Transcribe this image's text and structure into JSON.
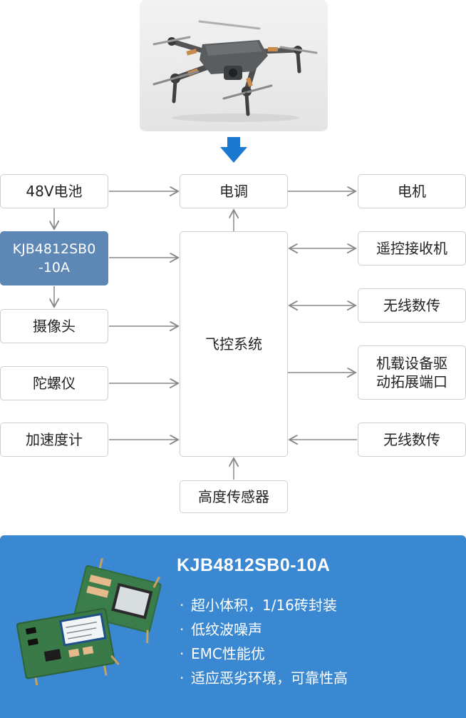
{
  "diagram": {
    "nodes": {
      "battery": "48V电池",
      "esc": "电调",
      "motor": "电机",
      "module": "KJB4812SB0-10A",
      "module_line1": "KJB4812SB0",
      "module_line2": "-10A",
      "camera": "摄像头",
      "gyro": "陀螺仪",
      "accel": "加速度计",
      "fc": "飞控系统",
      "rc_receiver": "遥控接收机",
      "radio1": "无线数传",
      "ext_line1": "机载设备驱",
      "ext_line2": "动拓展端口",
      "radio2": "无线数传",
      "altimeter": "高度传感器"
    },
    "edges": [
      {
        "from": "battery",
        "to": "esc",
        "dir": "forward"
      },
      {
        "from": "esc",
        "to": "motor",
        "dir": "forward"
      },
      {
        "from": "battery",
        "to": "module",
        "dir": "forward"
      },
      {
        "from": "module",
        "to": "fc",
        "dir": "forward"
      },
      {
        "from": "module",
        "to": "camera",
        "dir": "forward"
      },
      {
        "from": "fc",
        "to": "esc",
        "dir": "forward"
      },
      {
        "from": "camera",
        "to": "fc",
        "dir": "forward"
      },
      {
        "from": "gyro",
        "to": "fc",
        "dir": "forward"
      },
      {
        "from": "accel",
        "to": "fc",
        "dir": "forward"
      },
      {
        "from": "fc",
        "to": "rc_receiver",
        "dir": "both"
      },
      {
        "from": "fc",
        "to": "radio1",
        "dir": "both"
      },
      {
        "from": "fc",
        "to": "ext",
        "dir": "forward"
      },
      {
        "from": "radio2",
        "to": "fc",
        "dir": "forward"
      },
      {
        "from": "altimeter",
        "to": "fc",
        "dir": "forward"
      }
    ]
  },
  "product": {
    "title": "KJB4812SB0-10A",
    "bullet": "·",
    "features": [
      "超小体积，1/16砖封装",
      "低纹波噪声",
      "EMC性能优",
      "适应恶劣环境，可靠性高"
    ]
  },
  "colors": {
    "accent_blue": "#3a88d2",
    "module_box": "#5d87b5",
    "arrow_blue": "#1a78d0",
    "line_gray": "#888888"
  },
  "icons": {
    "top_image": "drone-photo",
    "flow_arrow": "down-arrow-icon",
    "product_image": "dc-dc-module-photo"
  }
}
